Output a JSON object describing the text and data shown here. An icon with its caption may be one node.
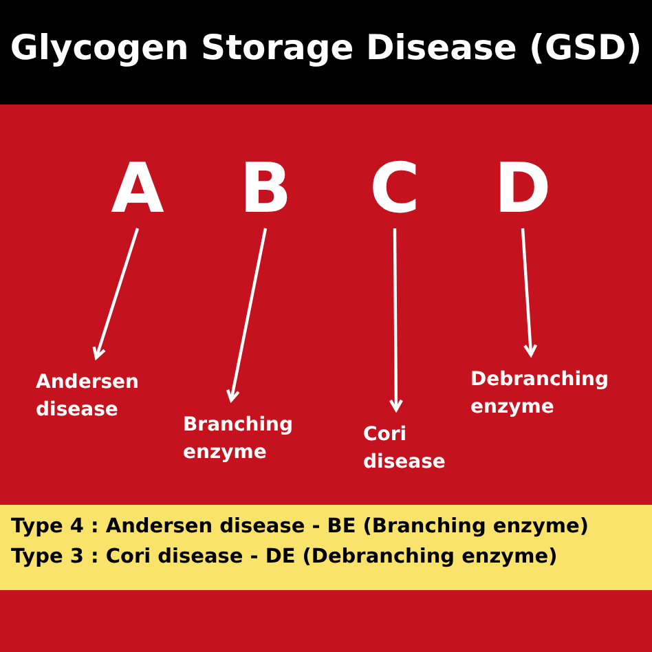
{
  "diagram": {
    "title": "Glycogen Storage Disease (GSD)",
    "nodes": [
      {
        "text": [
          "A"
        ]
      },
      {
        "text": [
          "B"
        ]
      },
      {
        "text": [
          "C"
        ]
      },
      {
        "text": [
          "D"
        ]
      },
      {
        "text": [
          "Andersen disease"
        ]
      },
      {
        "text": [
          "Branching enzyme"
        ]
      },
      {
        "text": [
          "Cori disease"
        ]
      },
      {
        "text": [
          "Debranching enzyme"
        ]
      },
      {
        "text": [
          "Type 4 : Andersen disease - BE (Branching enzyme)",
          "Type 3 : Cori disease - DE (Debranching enzyme)"
        ]
      }
    ],
    "edges": [
      {
        "from": 0,
        "to": 4,
        "arrow": "to"
      },
      {
        "from": 1,
        "to": 5,
        "arrow": "to"
      },
      {
        "from": 2,
        "to": 6,
        "arrow": "to"
      },
      {
        "from": 3,
        "to": 7,
        "arrow": "to"
      }
    ]
  }
}
